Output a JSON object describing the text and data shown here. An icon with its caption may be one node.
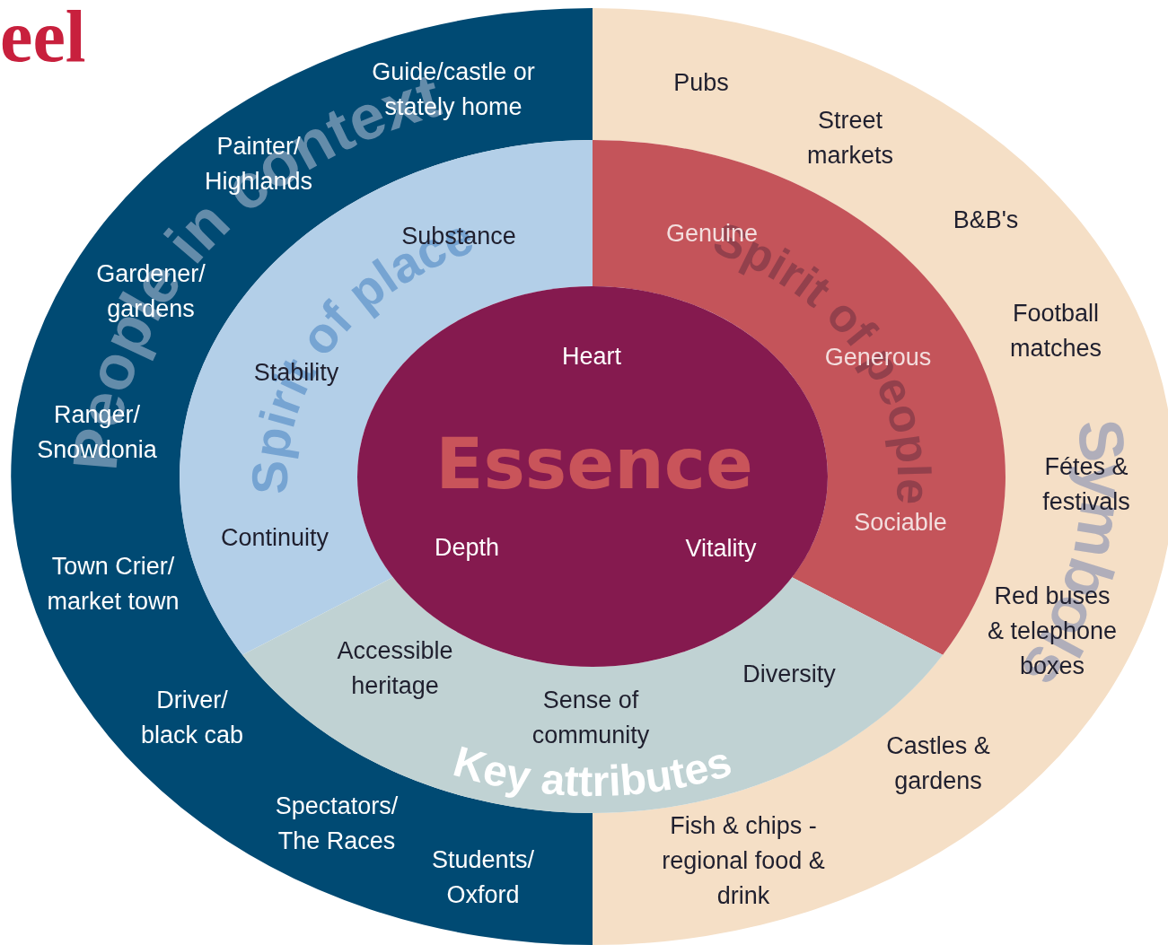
{
  "diagram": {
    "title": "eel",
    "nodes": [
      {
        "text": [
          "People in context",
          "Guide/castle or stately home",
          "Painter/ Highlands",
          "Gardener/ gardens",
          "Ranger/ Snowdonia",
          "Town Crier/ market town",
          "Driver/ black cab",
          "Spectators/ The Races",
          "Students/ Oxford"
        ]
      },
      {
        "text": [
          "Symbols",
          "Pubs",
          "Street markets",
          "B&B's",
          "Football matches",
          "Fétes & festivals",
          "Red buses & telephone boxes",
          "Castles & gardens",
          "Fish & chips - regional food & drink"
        ]
      },
      {
        "text": [
          "Spirit of place",
          "Substance",
          "Stability",
          "Continuity"
        ]
      },
      {
        "text": [
          "Spirit of people",
          "Genuine",
          "Generous",
          "Sociable"
        ]
      },
      {
        "text": [
          "Key attributes",
          "Accessible heritage",
          "Sense of community",
          "Diversity"
        ]
      },
      {
        "text": [
          "Heart",
          "Essence",
          "Depth",
          "Vitality"
        ]
      }
    ]
  }
}
